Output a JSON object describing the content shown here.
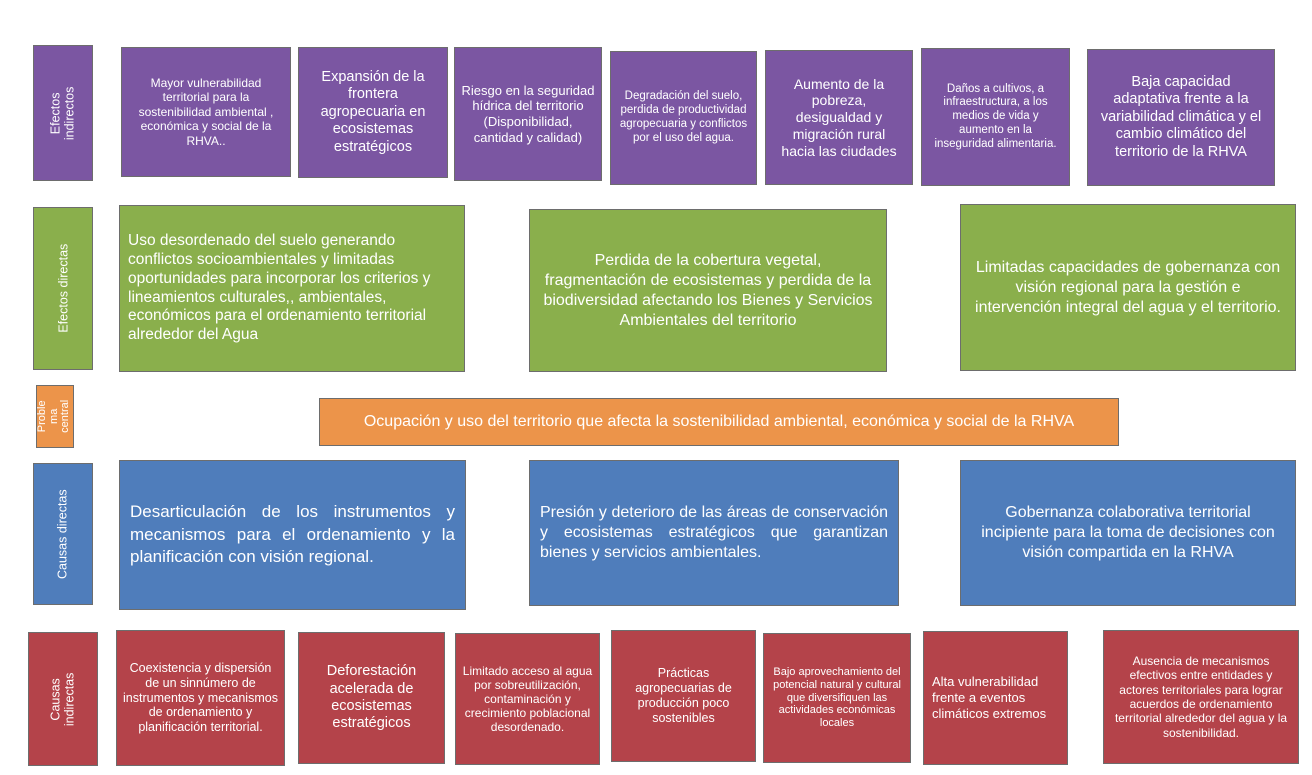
{
  "labels": {
    "efectos_indirectos": "Efectos\nindirectos",
    "efectos_directos": "Efectos directas",
    "problema_central": "Proble\nma\ncentral",
    "causas_directas": "Causas directas",
    "causas_indirectas": "Causas\nindirectas"
  },
  "efectos_indirectos": [
    "Mayor vulnerabilidad territorial  para la sostenibilidad ambiental , económica y social  de la RHVA..",
    "Expansión de la frontera agropecuaria en ecosistemas estratégicos",
    "Riesgo en la seguridad hídrica del territorio (Disponibilidad, cantidad y calidad)",
    "Degradación del suelo, perdida de productividad agropecuaria y conflictos por el uso del agua.",
    "Aumento de la pobreza, desigualdad y migración rural hacia las ciudades",
    "Daños a cultivos, a infraestructura, a los medios de vida y aumento en la inseguridad alimentaria.",
    "Baja capacidad adaptativa frente a  la variabilidad climática y el cambio climático del territorio de la RHVA"
  ],
  "efectos_directos": [
    "Uso desordenado del suelo generando conflictos socioambientales y limitadas oportunidades  para incorporar los criterios y lineamientos culturales,, ambientales, económicos  para el ordenamiento territorial alrededor del Agua",
    "Perdida de la cobertura vegetal, fragmentación de ecosistemas y perdida de la biodiversidad afectando los Bienes y Servicios Ambientales del territorio",
    "Limitadas capacidades de gobernanza con visión regional  para la gestión e intervención integral del agua y el territorio."
  ],
  "problema_central": "Ocupación y uso del territorio  que afecta la sostenibilidad ambiental, económica y social de la RHVA",
  "causas_directas": [
    "Desarticulación de los instrumentos y mecanismos para el ordenamiento y la planificación con visión regional.",
    "Presión y deterioro de las áreas de conservación y ecosistemas estratégicos que garantizan bienes  y servicios ambientales.",
    "Gobernanza colaborativa territorial incipiente para la toma de decisiones con visión compartida en la RHVA"
  ],
  "causas_indirectas": [
    "Coexistencia y dispersión de un sinnúmero de instrumentos y mecanismos de ordenamiento y planificación territorial.",
    "Deforestación acelerada de ecosistemas estratégicos",
    "Limitado acceso al agua por sobreutilización, contaminación  y crecimiento poblacional desordenado.",
    "Prácticas agropecuarias de producción poco sostenibles",
    "Bajo aprovechamiento del potencial natural  y cultural que diversifiquen  las actividades económicas locales",
    "Alta vulnerabilidad frente a eventos climáticos extremos",
    "Ausencia de mecanismos efectivos entre entidades y actores territoriales para lograr acuerdos de ordenamiento territorial alrededor del agua y la sostenibilidad."
  ],
  "colors": {
    "efectos_indirectos": "#7b56a2",
    "efectos_directos": "#8aaf4c",
    "problema_central": "#ec944a",
    "causas_directas": "#4f7dbb",
    "causas_indirectas": "#b4434a"
  }
}
